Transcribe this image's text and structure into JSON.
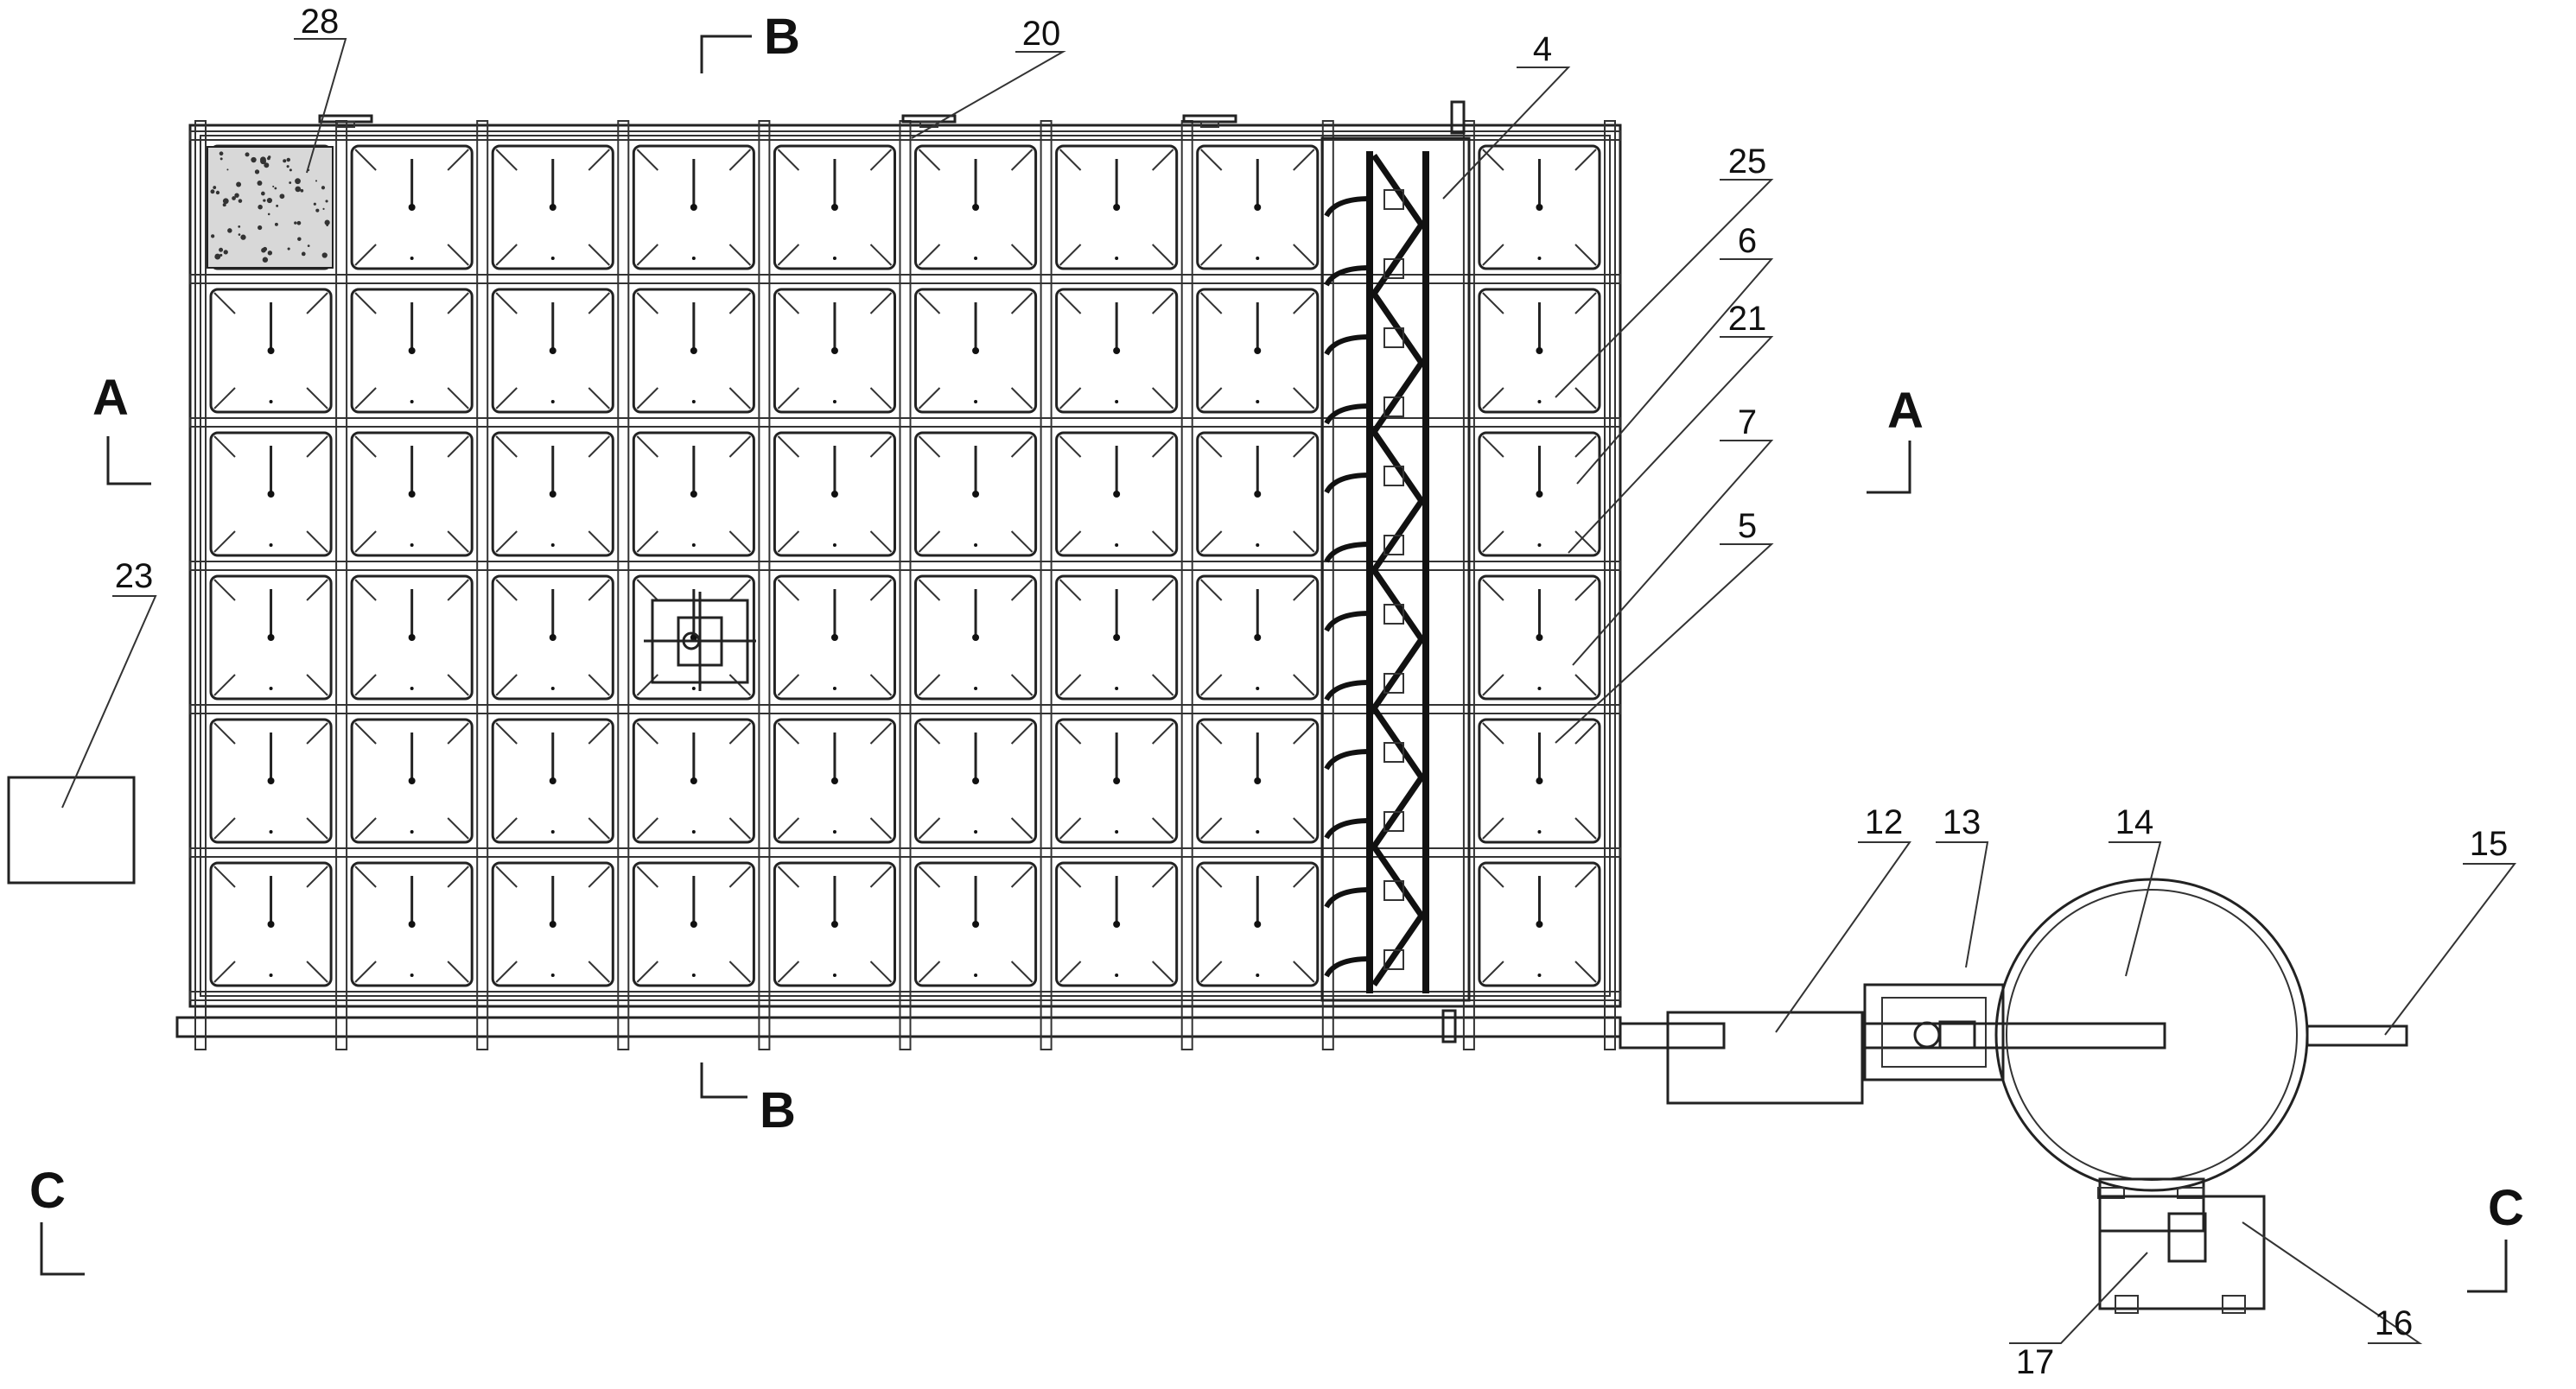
{
  "drawing": {
    "part_labels": [
      "28",
      "20",
      "4",
      "25",
      "6",
      "21",
      "7",
      "5",
      "23",
      "12",
      "13",
      "14",
      "15",
      "16",
      "17"
    ],
    "section_labels": {
      "a_left": "A",
      "a_right": "A",
      "b_top": "B",
      "b_bottom": "B",
      "c_left": "C",
      "c_right": "C"
    },
    "grid": {
      "columns": 10,
      "rows": 6
    }
  }
}
